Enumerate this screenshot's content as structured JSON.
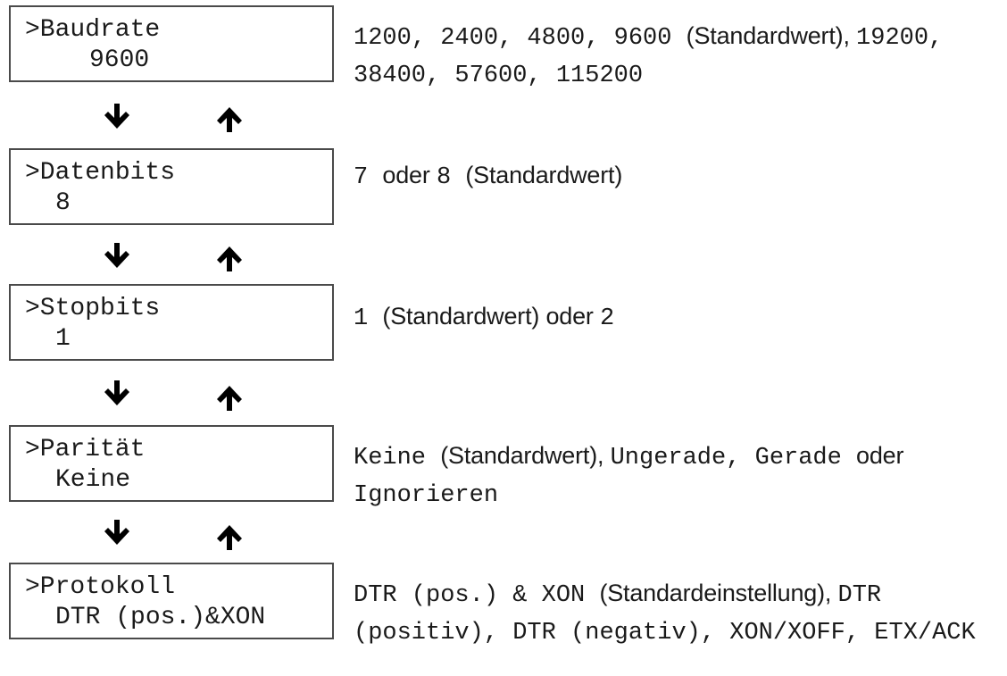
{
  "menu": [
    {
      "title": ">Baudrate",
      "value": "9600",
      "value_indent": 88,
      "description": [
        {
          "t": "1200, 2400, 4800, 9600 ",
          "s": "mono"
        },
        {
          "t": "(Standardwert), ",
          "s": "sans"
        },
        {
          "t": "19200, 38400, 57600, 115200",
          "s": "mono"
        }
      ]
    },
    {
      "title": ">Datenbits",
      "value": "8",
      "value_indent": 50,
      "description": [
        {
          "t": "7 ",
          "s": "mono"
        },
        {
          "t": "oder ",
          "s": "sans"
        },
        {
          "t": "8 ",
          "s": "mono"
        },
        {
          "t": "(Standardwert)",
          "s": "sans"
        }
      ]
    },
    {
      "title": ">Stopbits",
      "value": "1",
      "value_indent": 50,
      "description": [
        {
          "t": "1 ",
          "s": "mono"
        },
        {
          "t": "(Standardwert) oder ",
          "s": "sans"
        },
        {
          "t": "2",
          "s": "mono"
        }
      ]
    },
    {
      "title": ">Parität",
      "value": "Keine",
      "value_indent": 50,
      "description": [
        {
          "t": "Keine ",
          "s": "mono"
        },
        {
          "t": "(Standardwert), ",
          "s": "sans"
        },
        {
          "t": "Ungerade, Gerade ",
          "s": "mono"
        },
        {
          "t": "oder ",
          "s": "sans"
        },
        {
          "t": "Ignorieren",
          "s": "mono"
        }
      ]
    },
    {
      "title": ">Protokoll",
      "value": "DTR (pos.)&XON",
      "value_indent": 50,
      "description": [
        {
          "t": "DTR (pos.) & XON ",
          "s": "mono"
        },
        {
          "t": "(Standardeinstellung), ",
          "s": "sans"
        },
        {
          "t": "DTR (positiv), DTR (negativ), XON/XOFF, ETX/ACK",
          "s": "mono"
        }
      ]
    }
  ],
  "arrows": {
    "down_icon": "arrow-down-icon",
    "up_icon": "arrow-up-icon",
    "color": "#000000"
  }
}
